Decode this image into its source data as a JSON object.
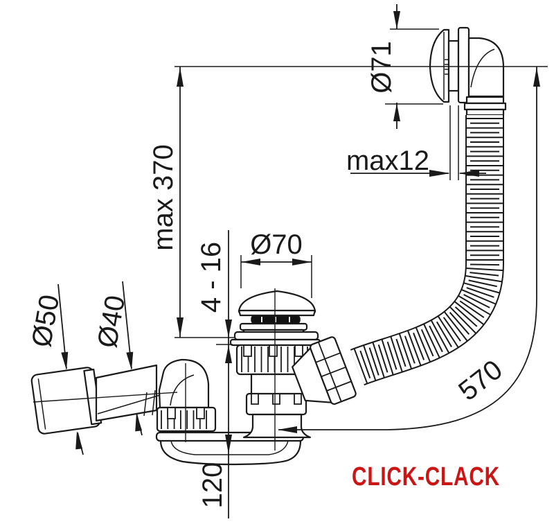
{
  "diagram": {
    "title": "Bath waste and overflow set technical drawing",
    "labels": {
      "dia71": "Ø71",
      "max370": "max 370",
      "max12": "max12",
      "dia70": "Ø70",
      "range4_16": "4 - 16",
      "dia50": "Ø50",
      "dia40": "Ø40",
      "len570": "570",
      "h120": "120",
      "brand": "CLICK-CLACK"
    },
    "colors": {
      "line": "#1a1a1a",
      "brand_red": "#cc1616",
      "background": "#ffffff"
    }
  }
}
